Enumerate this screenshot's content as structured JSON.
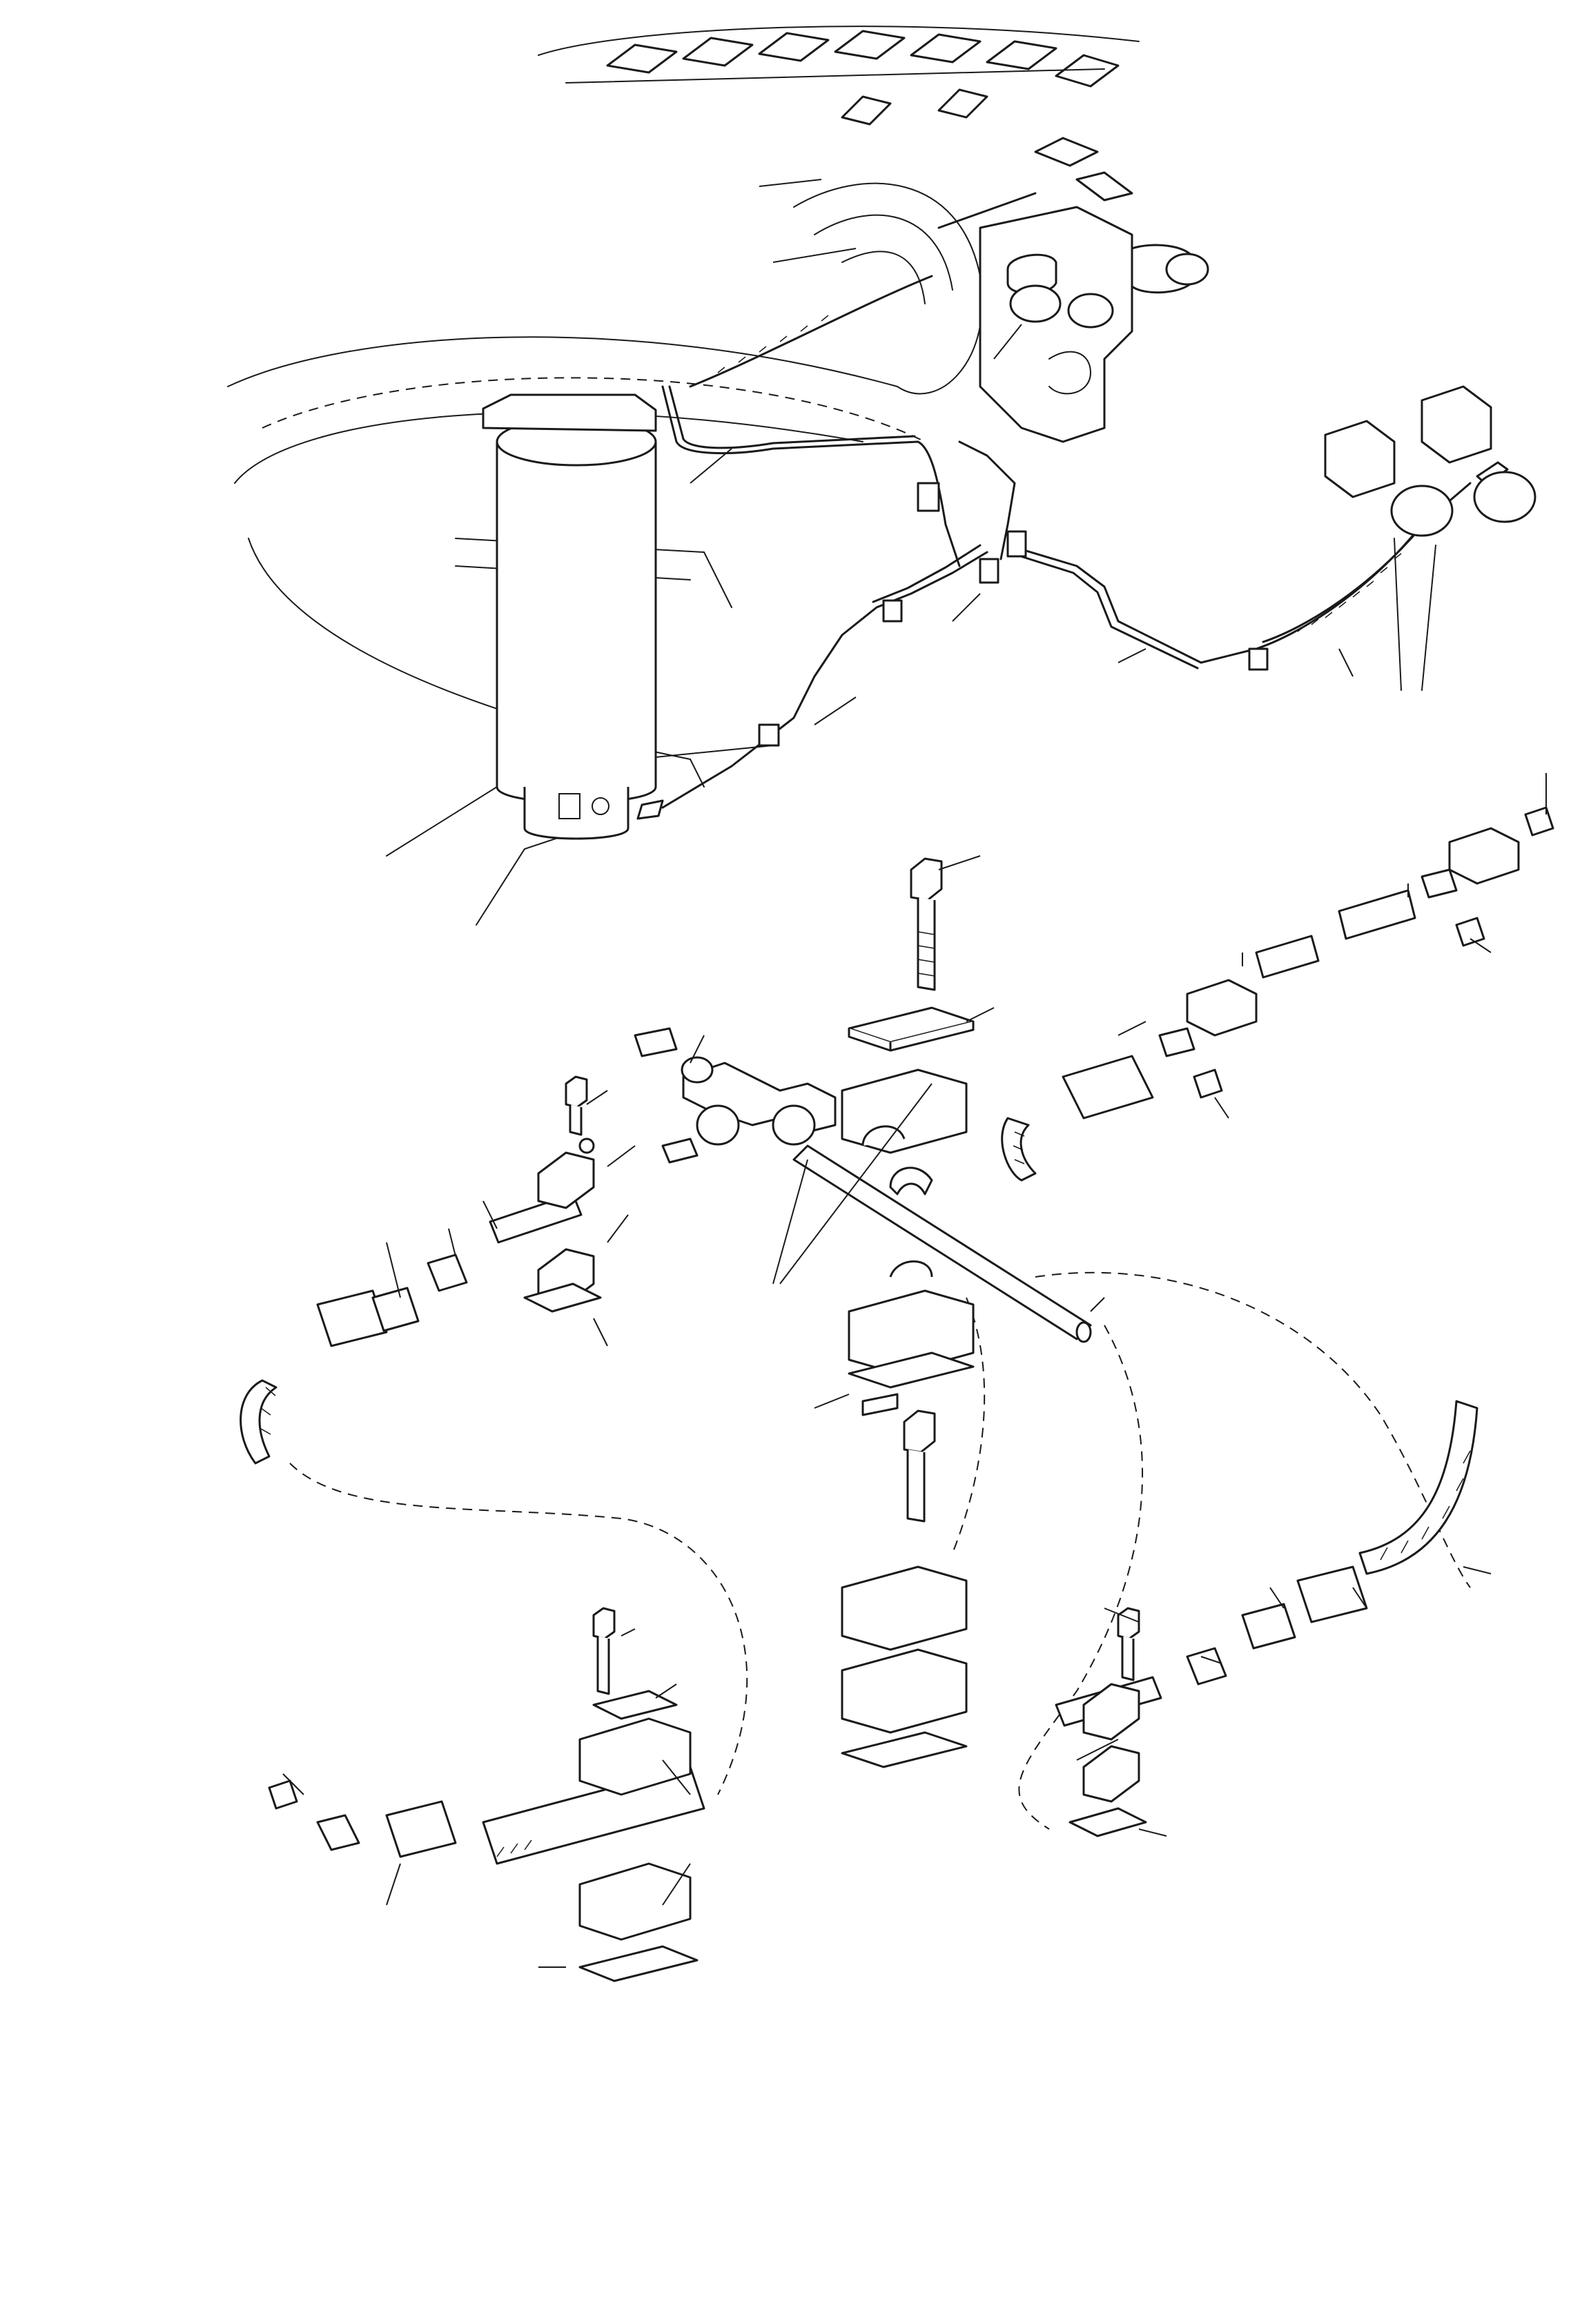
{
  "figure": {
    "kind": "exploded-view parts diagram (hydraulic lines, hoses, fittings and clamps)",
    "text_labels": []
  },
  "colors": {
    "ink": "#1a1a1a",
    "paper": "#ffffff"
  },
  "components": [
    "upper-structure-outline",
    "cylindrical-filter",
    "hydraulic-pump",
    "swivel-joint",
    "tube-line-assembly",
    "tee-fitting",
    "straight-connector",
    "hose-assembly",
    "clamp-halves",
    "clamp-plates",
    "bolts",
    "elbow-hose-end",
    "adapter-nipples"
  ]
}
